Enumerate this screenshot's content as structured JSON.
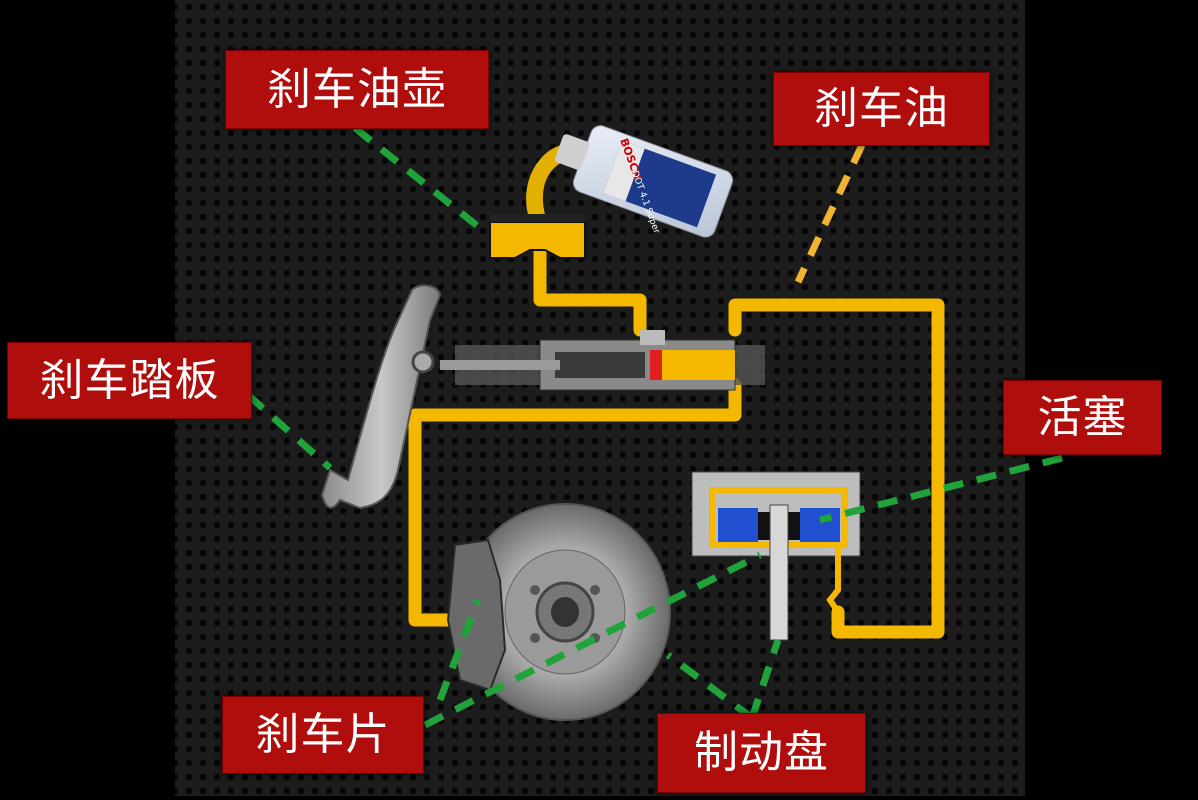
{
  "labels": {
    "reservoir": "刹车油壶",
    "fluid": "刹车油",
    "pedal": "刹车踏板",
    "piston": "活塞",
    "pads": "刹车片",
    "disc": "制动盘"
  },
  "bottle": {
    "brand": "BOSCH",
    "product": "DOT 4.1 Super"
  },
  "colors": {
    "background": "#000000",
    "panel": "#1b1b1b",
    "label_bg": "#b00d0d",
    "label_text": "#ffffff",
    "hydraulic_line": "#f5b800",
    "leader_green": "#1fa33a",
    "leader_yellow": "#f0b430",
    "piston_blue": "#2050d0",
    "piston_red": "#e02020"
  }
}
